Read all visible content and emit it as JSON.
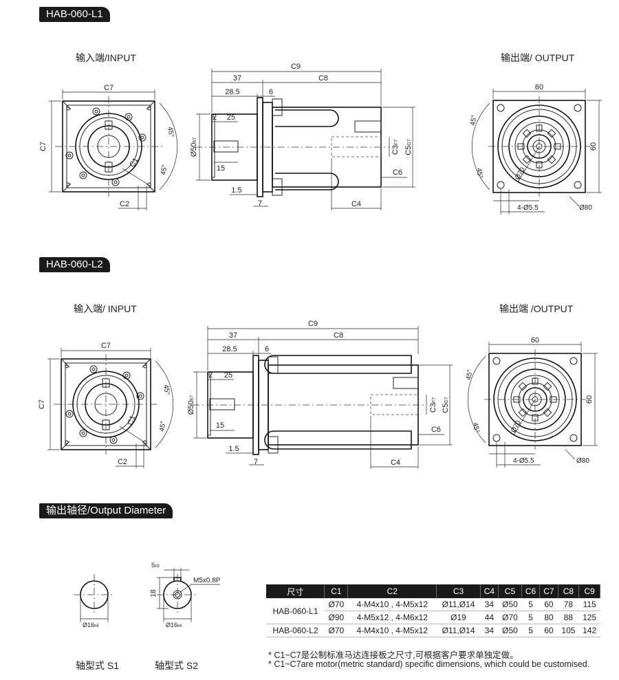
{
  "sections": {
    "l1_title": "HAB-060-L1",
    "l2_title": "HAB-060-L2",
    "output_diameter_title": "输出轴径/Output Diameter"
  },
  "l1": {
    "input_label": "输入端/INPUT",
    "output_label": "输出端/ OUTPUT"
  },
  "l2": {
    "input_label": "输入端/ INPUT",
    "output_label": "输出端 /OUTPUT"
  },
  "dims": {
    "c1": "C1",
    "c2": "C2",
    "c4": "C4",
    "c5": "C5",
    "c5_tol": "G7",
    "c3": "C3",
    "c3_tol": "F7",
    "c6": "C6",
    "c7": "C7",
    "c8": "C8",
    "c9": "C9",
    "d37": "37",
    "d28_5": "28.5",
    "d6": "6",
    "d2": "2",
    "d25": "25",
    "d15": "15",
    "d1_5": "1.5",
    "d7": "7",
    "d50": "Ø50",
    "d50_tol": "h7",
    "d60": "60",
    "d70": "Ø70",
    "d80": "Ø80",
    "holes": "4-Ø5.5",
    "angle45": "45°"
  },
  "shafts": {
    "s1_label": "轴型式  S1",
    "s2_label": "轴型式  S2",
    "diameter": "Ø16",
    "diameter_tol": "h6",
    "key_width": "5",
    "key_tol": "h9",
    "thread": "M5x0.8P",
    "height": "18"
  },
  "table": {
    "headers": [
      "尺寸",
      "C1",
      "C2",
      "C3",
      "C4",
      "C5",
      "C6",
      "C7",
      "C8",
      "C9"
    ],
    "rows": [
      {
        "model": "HAB-060-L1",
        "c1": "Ø70",
        "c2": "4-M4x10 , 4-M5x12",
        "c3": "Ø11,Ø14",
        "c4": "34",
        "c5": "Ø50",
        "c6": "5",
        "c7": "60",
        "c8": "78",
        "c9": "115"
      },
      {
        "model": "",
        "c1": "Ø90",
        "c2": "4-M5x12 , 4-M6x12",
        "c3": "Ø19",
        "c4": "44",
        "c5": "Ø70",
        "c6": "5",
        "c7": "80",
        "c8": "88",
        "c9": "125"
      },
      {
        "model": "HAB-060-L2",
        "c1": "Ø70",
        "c2": "4-M4x10 , 4-M5x12",
        "c3": "Ø11,Ø14",
        "c4": "34",
        "c5": "Ø50",
        "c6": "5",
        "c7": "60",
        "c8": "105",
        "c9": "142"
      }
    ]
  },
  "notes": {
    "cn": "* C1~C7是公制标准马达连接板之尺寸,可根据客户要求单独定做。",
    "en": "* C1~C7are motor(metric standard)  specific dimensions, which could be customised."
  }
}
